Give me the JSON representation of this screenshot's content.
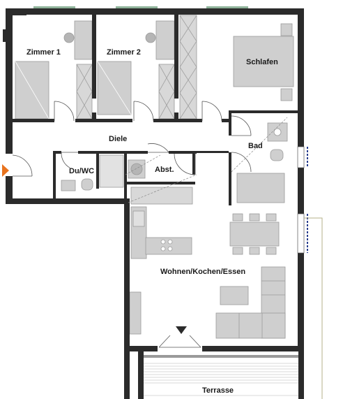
{
  "rooms": {
    "zimmer1": "Zimmer 1",
    "zimmer2": "Zimmer 2",
    "schlafen": "Schlafen",
    "diele": "Diele",
    "bad": "Bad",
    "duwc": "Du/WC",
    "abst": "Abst.",
    "wohnen": "Wohnen/Kochen/Essen",
    "terrasse": "Terrasse"
  },
  "colors": {
    "wall": "#2b2b2b",
    "furniture": "#cfcfcf",
    "furniture_stroke": "#9a9a9a",
    "entrance": "#e8731e",
    "window": "#8fb39a",
    "blue_window": "#2a3f8f",
    "terrace_line": "#b5b088"
  },
  "icons": {
    "entrance": "entrance-arrow-icon",
    "view": "view-triangle-icon"
  }
}
